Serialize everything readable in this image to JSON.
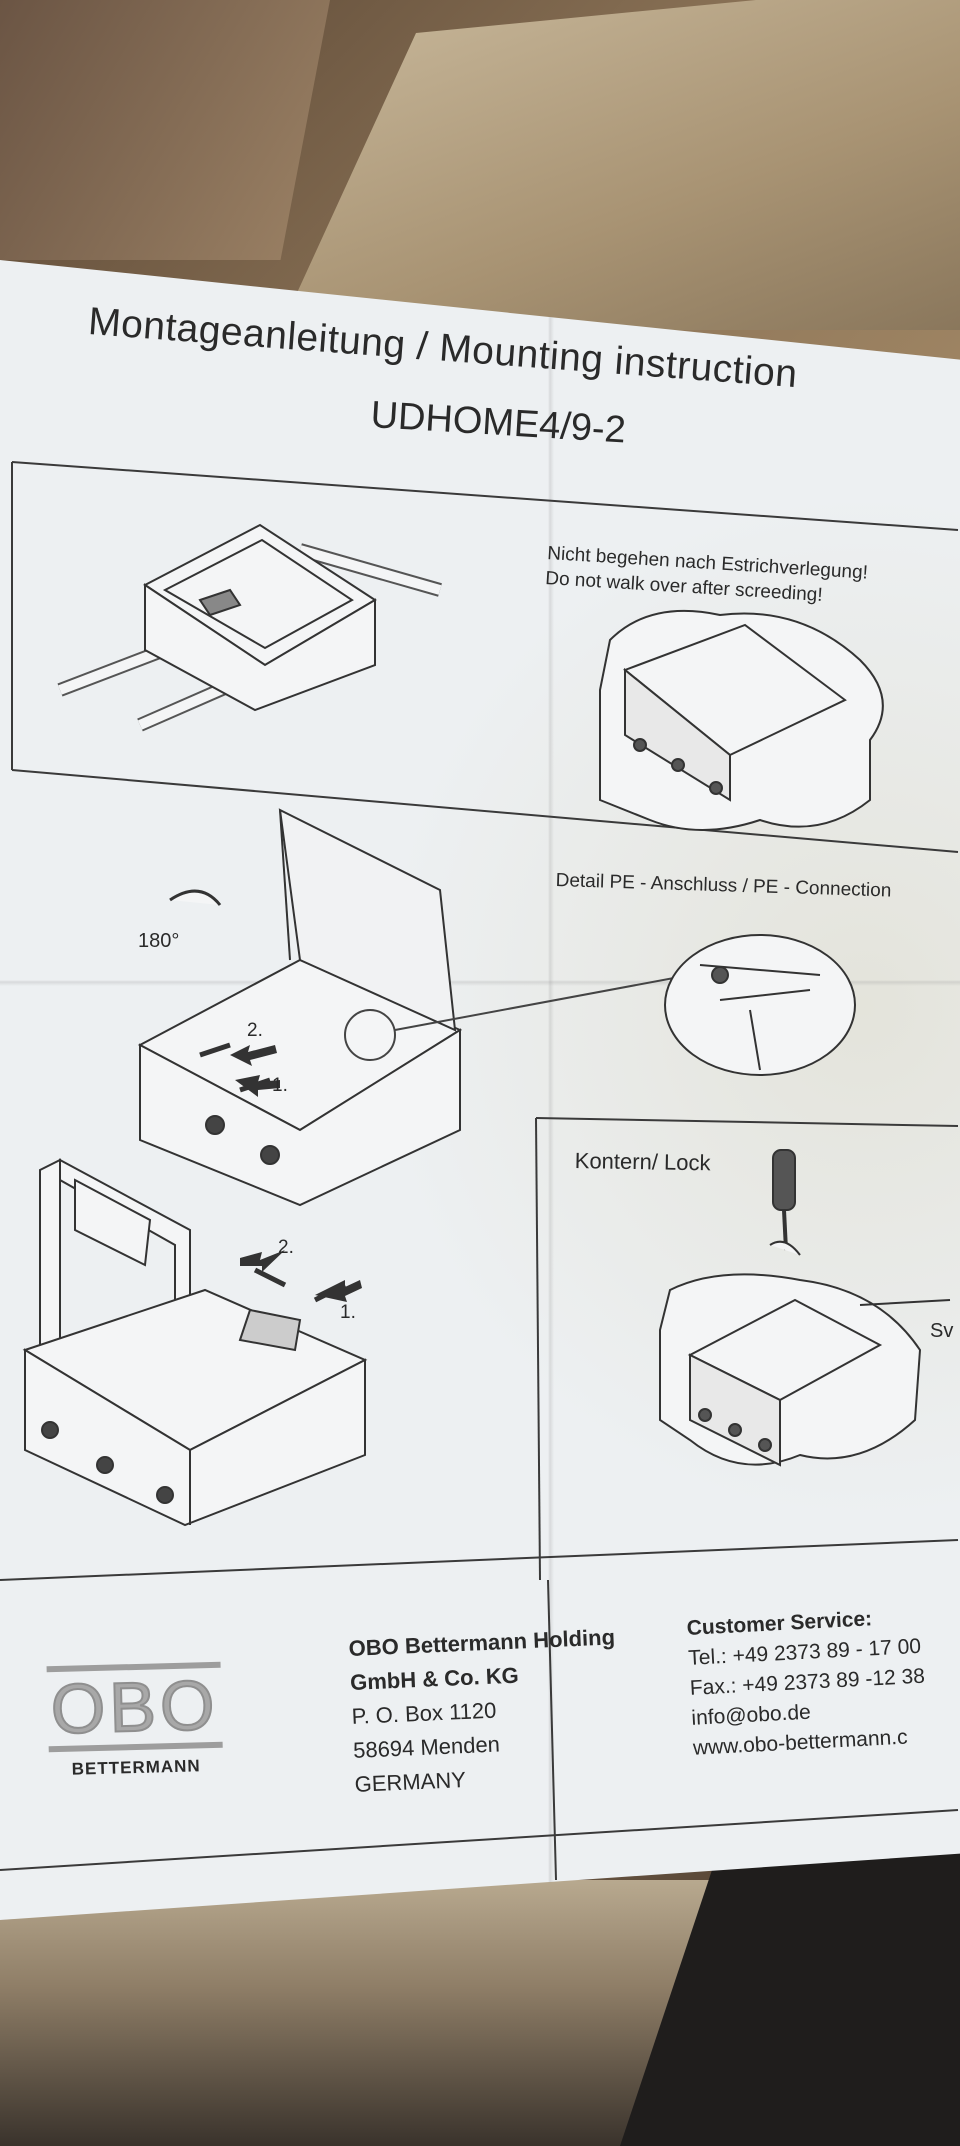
{
  "document": {
    "title": "Montageanleitung / Mounting instruction",
    "model": "UDHOME4/9-2",
    "warning_de": "Nicht begehen nach Estrichverlegung!",
    "warning_en": "Do not walk over after screeding!",
    "detail_label": "Detail PE - Anschluss / PE - Connection",
    "rotation_label": "180°",
    "lock_label": "Kontern/ Lock",
    "lock_tail": "Sv",
    "steps": {
      "one": "1.",
      "two": "2."
    }
  },
  "company": {
    "logo_text": "OBO",
    "logo_subtitle": "BETTERMANN",
    "name_line1": "OBO Bettermann Holding",
    "name_line2": "GmbH & Co. KG",
    "address_line1": "P. O. Box 1120",
    "address_line2": "58694 Menden",
    "address_line3": "GERMANY"
  },
  "customer_service": {
    "heading": "Customer Service:",
    "tel": "Tel.: +49 2373 89 - 17 00",
    "fax": "Fax.: +49 2373 89 -12 38",
    "email": "info@obo.de",
    "web": "www.obo-bettermann.c"
  }
}
